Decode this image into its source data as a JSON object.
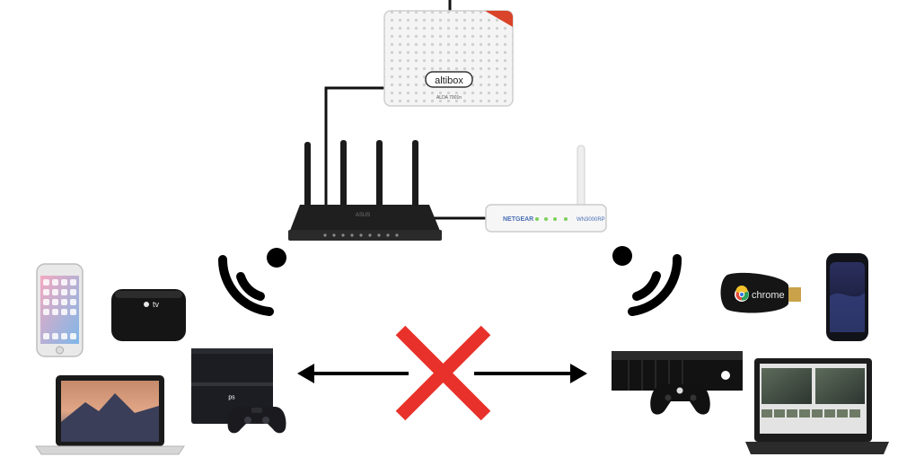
{
  "brand_labels": {
    "modem": "altibox",
    "modem_sub": "ALDA 7901n",
    "extender": "NETGEAR",
    "extender_model": "WN3000RP",
    "router": "ASUS",
    "chromecast": "chrome",
    "apple_tv": "tv"
  },
  "colors": {
    "cross": "#e8312a",
    "modem_accent": "#d9442a",
    "wire": "#111111",
    "device_dark": "#1c1c1c"
  },
  "icons": [
    "modem-icon",
    "router-icon",
    "extender-icon",
    "wifi-left-icon",
    "wifi-right-icon",
    "iphone-icon",
    "apple-tv-icon",
    "macbook-icon",
    "ps4-icon",
    "ps4-controller-icon",
    "chromecast-icon",
    "galaxy-phone-icon",
    "xbox-icon",
    "xbox-controller-icon",
    "laptop-icon",
    "arrow-left-icon",
    "arrow-right-icon",
    "blocked-cross-icon"
  ]
}
